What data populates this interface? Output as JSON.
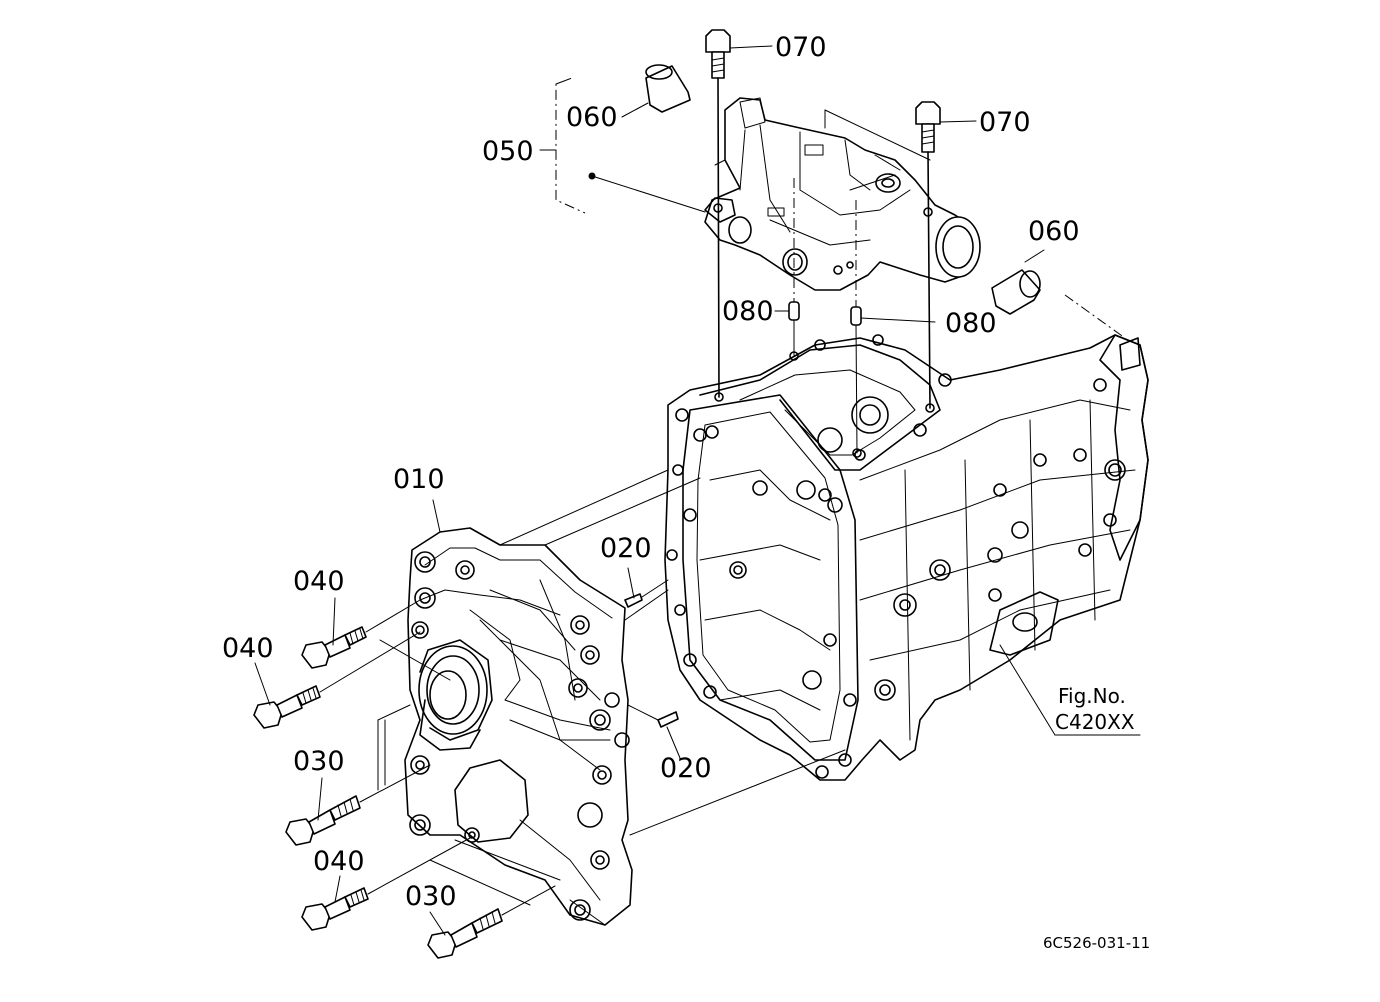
{
  "figure": {
    "fig_no_label": "Fig.No.",
    "fig_no_value": "C420XX",
    "drawing_code": "6C526-031-11"
  },
  "callouts": {
    "p010": "010",
    "p020a": "020",
    "p020b": "020",
    "p030a": "030",
    "p030b": "030",
    "p040a": "040",
    "p040b": "040",
    "p040c": "040",
    "p050": "050",
    "p060a": "060",
    "p060b": "060",
    "p070a": "070",
    "p070b": "070",
    "p080a": "080",
    "p080b": "080"
  }
}
